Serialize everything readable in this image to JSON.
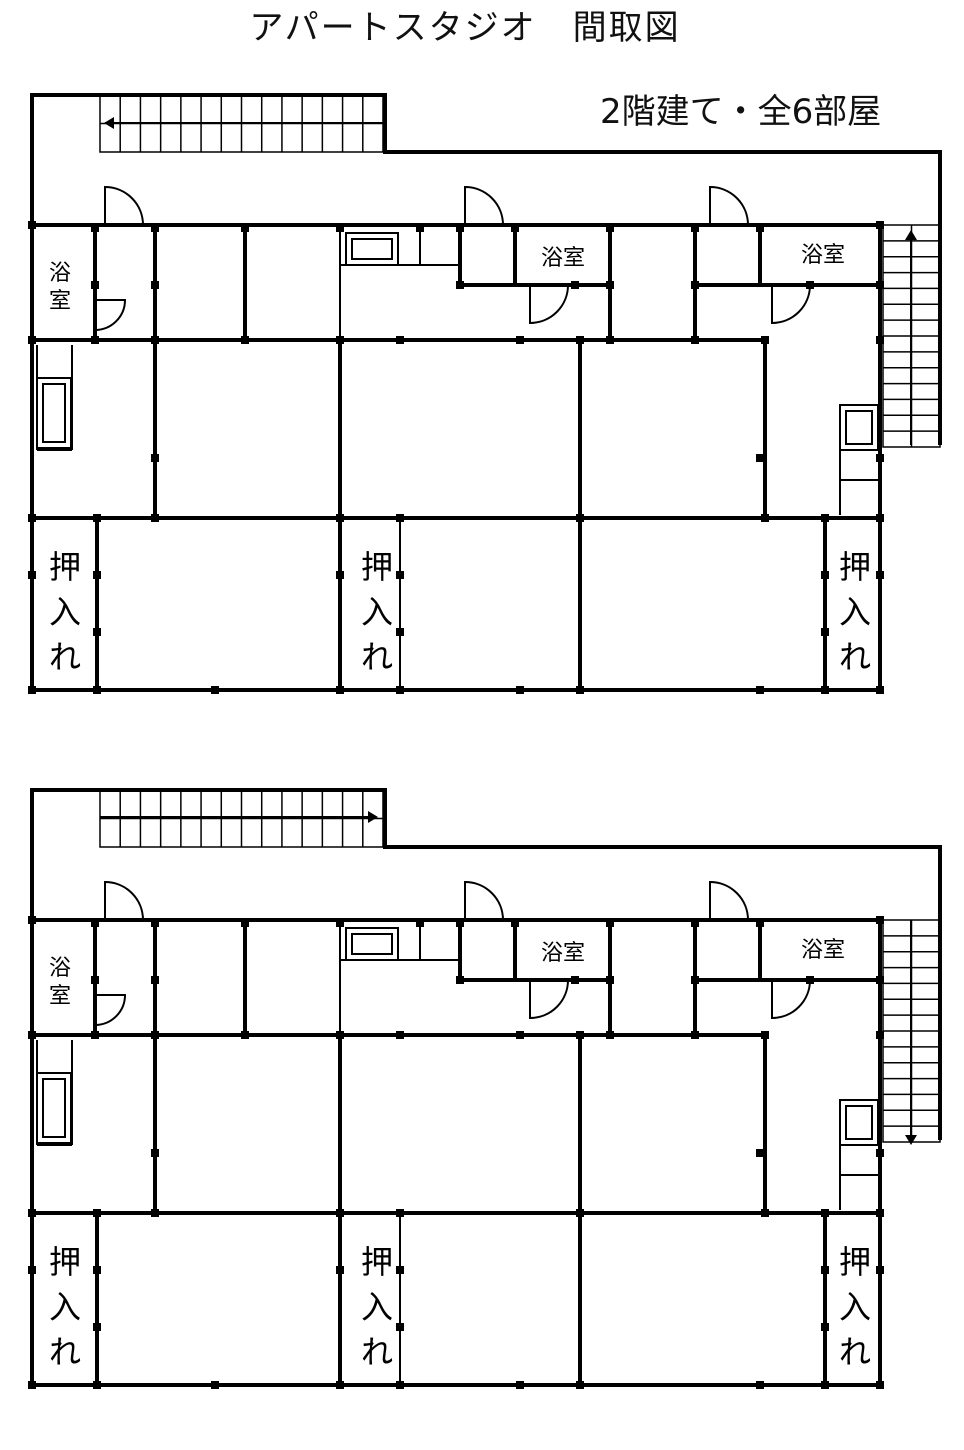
{
  "header": {
    "title": "アパートスタジオ　間取図",
    "subtitle": "2階建て・全6部屋"
  },
  "labels": {
    "bath": "浴室",
    "closet_1": "押",
    "closet_2": "入",
    "closet_3": "れ"
  },
  "floors": [
    {
      "name": "upper-floor"
    },
    {
      "name": "lower-floor"
    }
  ]
}
